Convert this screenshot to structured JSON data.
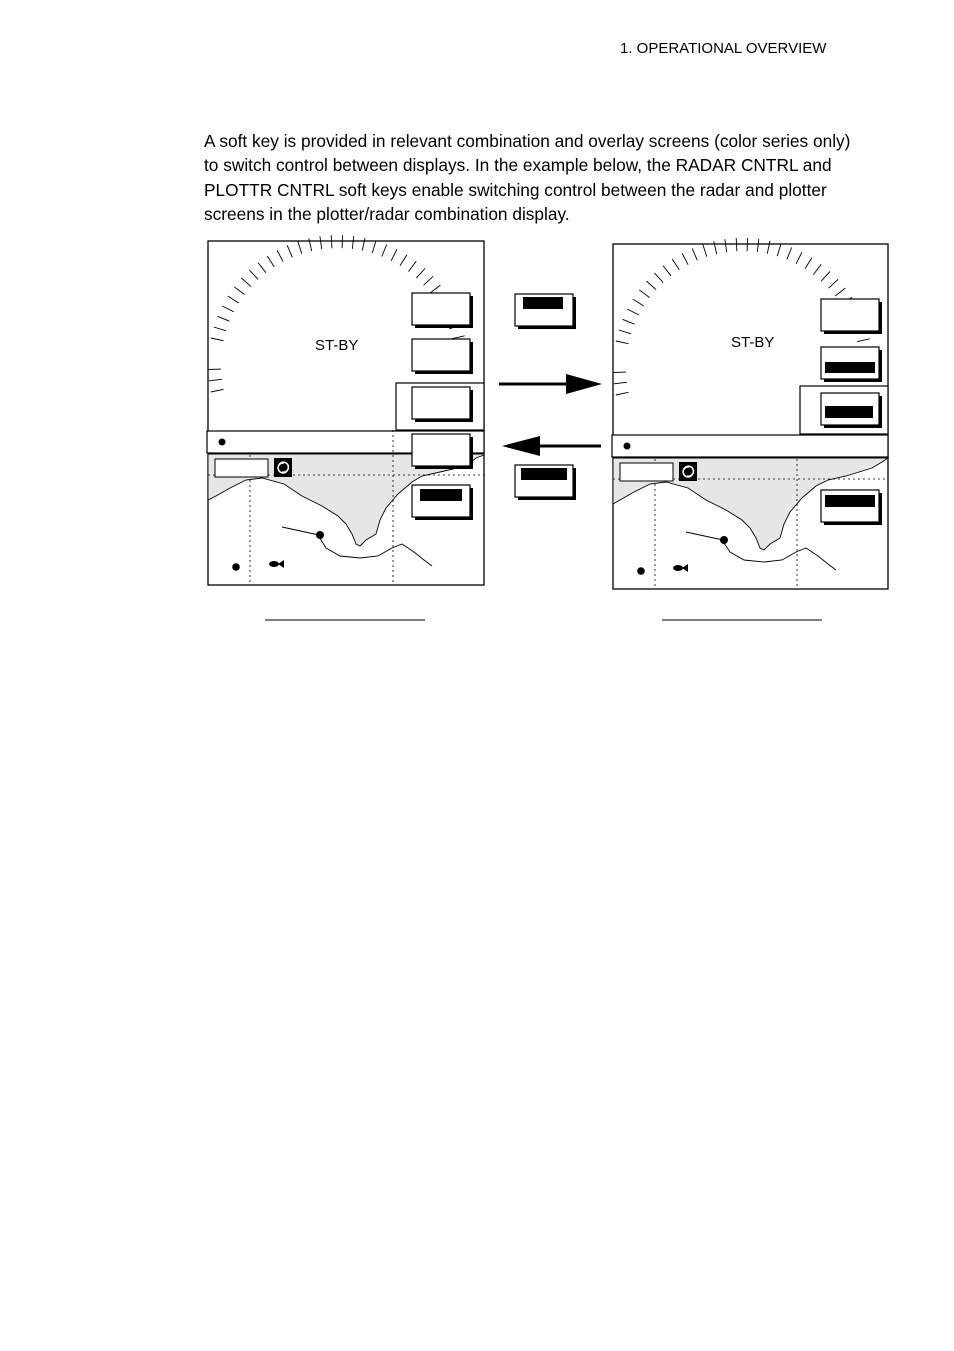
{
  "header": {
    "section_title": "1. OPERATIONAL OVERVIEW"
  },
  "body": {
    "intro_paragraph": "A soft key is provided in relevant combination and overlay screens (color series only) to switch control between displays. In the example below, the RADAR CNTRL and PLOTTR CNTRL soft keys enable switching control between the radar and plotter screens in the plotter/radar combination display."
  },
  "figure": {
    "left_screen": {
      "status_text": "ST-BY"
    },
    "right_screen": {
      "status_text": "ST-BY"
    },
    "arrows": [
      "arrow-right",
      "arrow-left"
    ],
    "icons": [
      "fish-icon",
      "buoy-icon"
    ]
  }
}
